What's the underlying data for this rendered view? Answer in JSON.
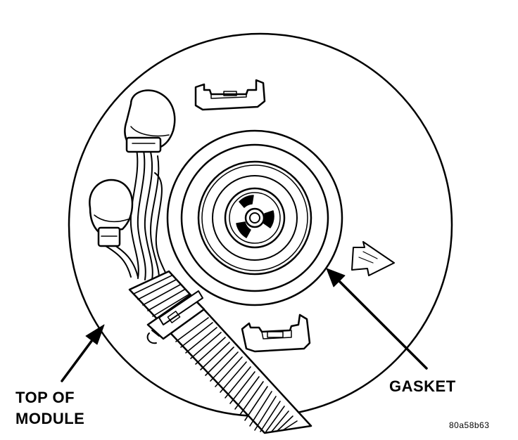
{
  "labels": {
    "top_of_module_line1": "TOP OF",
    "top_of_module_line2": "MODULE",
    "gasket": "GASKET",
    "figure_code": "80a58b63"
  },
  "colors": {
    "ink": "#000000",
    "paper": "#ffffff"
  }
}
